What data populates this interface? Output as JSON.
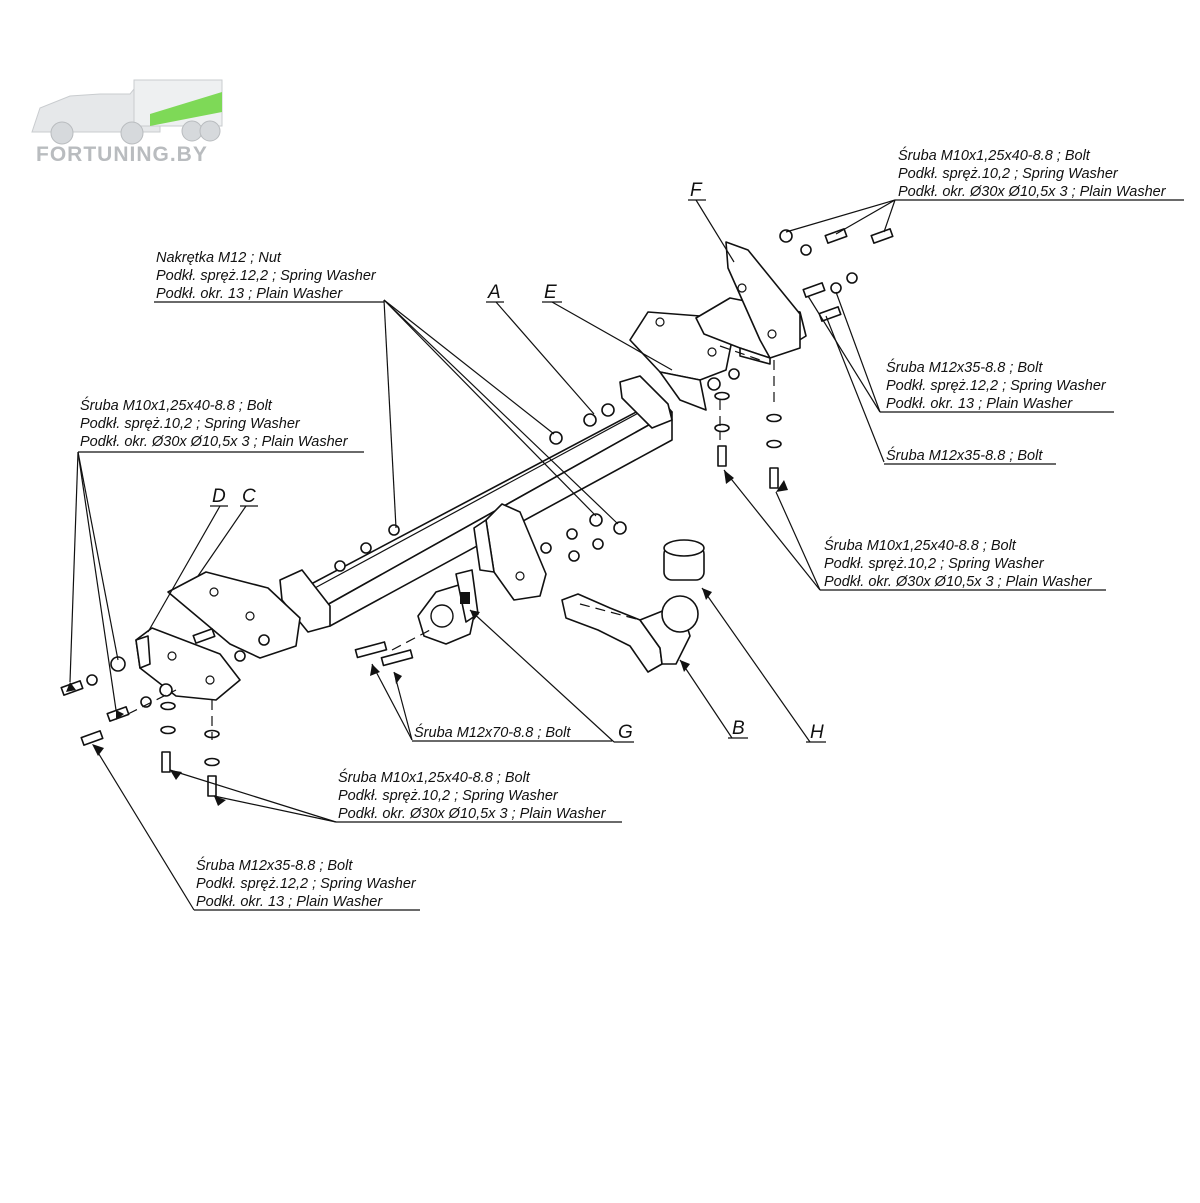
{
  "logo": {
    "text": "FORTUNING.BY",
    "color": "#b9bcbf",
    "accent": "#7ed957"
  },
  "letters": {
    "A": "A",
    "B": "B",
    "C": "C",
    "D": "D",
    "E": "E",
    "F": "F",
    "G": "G",
    "H": "H"
  },
  "labels": {
    "nut_group": [
      "Nakrętka  M12 ; Nut",
      "Podkł. spręż.12,2 ; Spring Washer",
      "Podkł. okr. 13 ; Plain Washer"
    ],
    "left_m10_group": [
      "Śruba M10x1,25x40-8.8 ;  Bolt",
      "Podkł. spręż.10,2 ; Spring Washer",
      "Podkł. okr.  Ø30x Ø10,5x 3 ; Plain Washer"
    ],
    "top_right_m10_group": [
      "Śruba M10x1,25x40-8.8 ;  Bolt",
      "Podkł. spręż.10,2 ; Spring Washer",
      "Podkł. okr.  Ø30x Ø10,5x 3 ; Plain Washer"
    ],
    "right_m12_group": [
      "Śruba M12x35-8.8 ;  Bolt",
      "Podkł. spręż.12,2 ; Spring Washer",
      "Podkł. okr. 13 ; Plain Washer"
    ],
    "right_m12_bolt": [
      "Śruba M12x35-8.8 ;  Bolt"
    ],
    "right_m10_group": [
      "Śruba M10x1,25x40-8.8 ;  Bolt",
      "Podkł. spręż.10,2 ; Spring Washer",
      "Podkł. okr.  Ø30x Ø10,5x 3 ; Plain Washer"
    ],
    "center_m12x70": [
      "Śruba M12x70-8.8 ;  Bolt"
    ],
    "bottom_m10_group": [
      "Śruba M10x1,25x40-8.8 ;  Bolt",
      "Podkł. spręż.10,2 ; Spring Washer",
      "Podkł. okr.  Ø30x Ø10,5x 3 ; Plain Washer"
    ],
    "bottom_m12_group": [
      "Śruba M12x35-8.8 ;  Bolt",
      "Podkł. spręż.12,2 ; Spring Washer",
      "Podkł. okr. 13 ; Plain Washer"
    ]
  },
  "colors": {
    "line": "#111111",
    "background": "#ffffff"
  }
}
